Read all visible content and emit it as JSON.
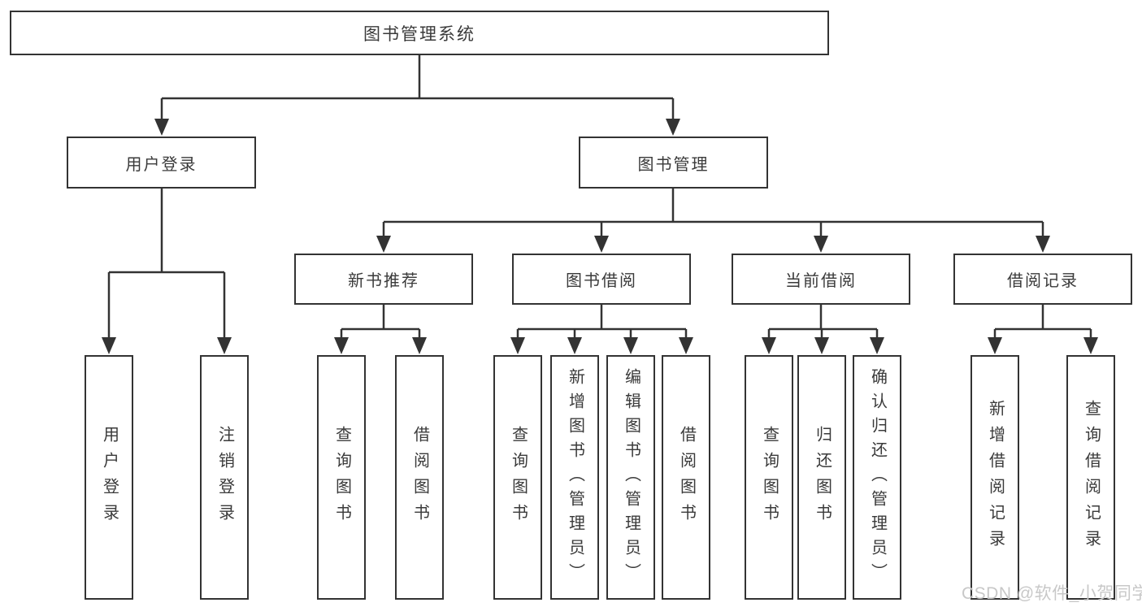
{
  "colors": {
    "line": "#333333",
    "box_border": "#333333",
    "text": "#3a3a3a",
    "background": "#ffffff",
    "watermark": "#c8c8c8"
  },
  "nodes": {
    "root": {
      "label": "图书管理系统"
    },
    "level2": [
      {
        "label": "用户登录",
        "parent": "图书管理系统"
      },
      {
        "label": "图书管理",
        "parent": "图书管理系统"
      }
    ],
    "level3": [
      {
        "label": "新书推荐",
        "parent": "图书管理"
      },
      {
        "label": "图书借阅",
        "parent": "图书管理"
      },
      {
        "label": "当前借阅",
        "parent": "图书管理"
      },
      {
        "label": "借阅记录",
        "parent": "图书管理"
      }
    ],
    "leaves": [
      {
        "label": "用户登录",
        "parent": "用户登录"
      },
      {
        "label": "注销登录",
        "parent": "用户登录"
      },
      {
        "label": "查询图书",
        "parent": "新书推荐"
      },
      {
        "label": "借阅图书",
        "parent": "新书推荐"
      },
      {
        "label": "查询图书",
        "parent": "图书借阅"
      },
      {
        "label": "新增图书（管理员）",
        "parent": "图书借阅"
      },
      {
        "label": "编辑图书（管理员）",
        "parent": "图书借阅"
      },
      {
        "label": "借阅图书",
        "parent": "图书借阅"
      },
      {
        "label": "查询图书",
        "parent": "当前借阅"
      },
      {
        "label": "归还图书",
        "parent": "当前借阅"
      },
      {
        "label": "确认归还（管理员）",
        "parent": "当前借阅"
      },
      {
        "label": "新增借阅记录",
        "parent": "借阅记录"
      },
      {
        "label": "查询借阅记录",
        "parent": "借阅记录"
      }
    ]
  },
  "watermark": {
    "text": "CSDN @软件_小贺同学"
  }
}
